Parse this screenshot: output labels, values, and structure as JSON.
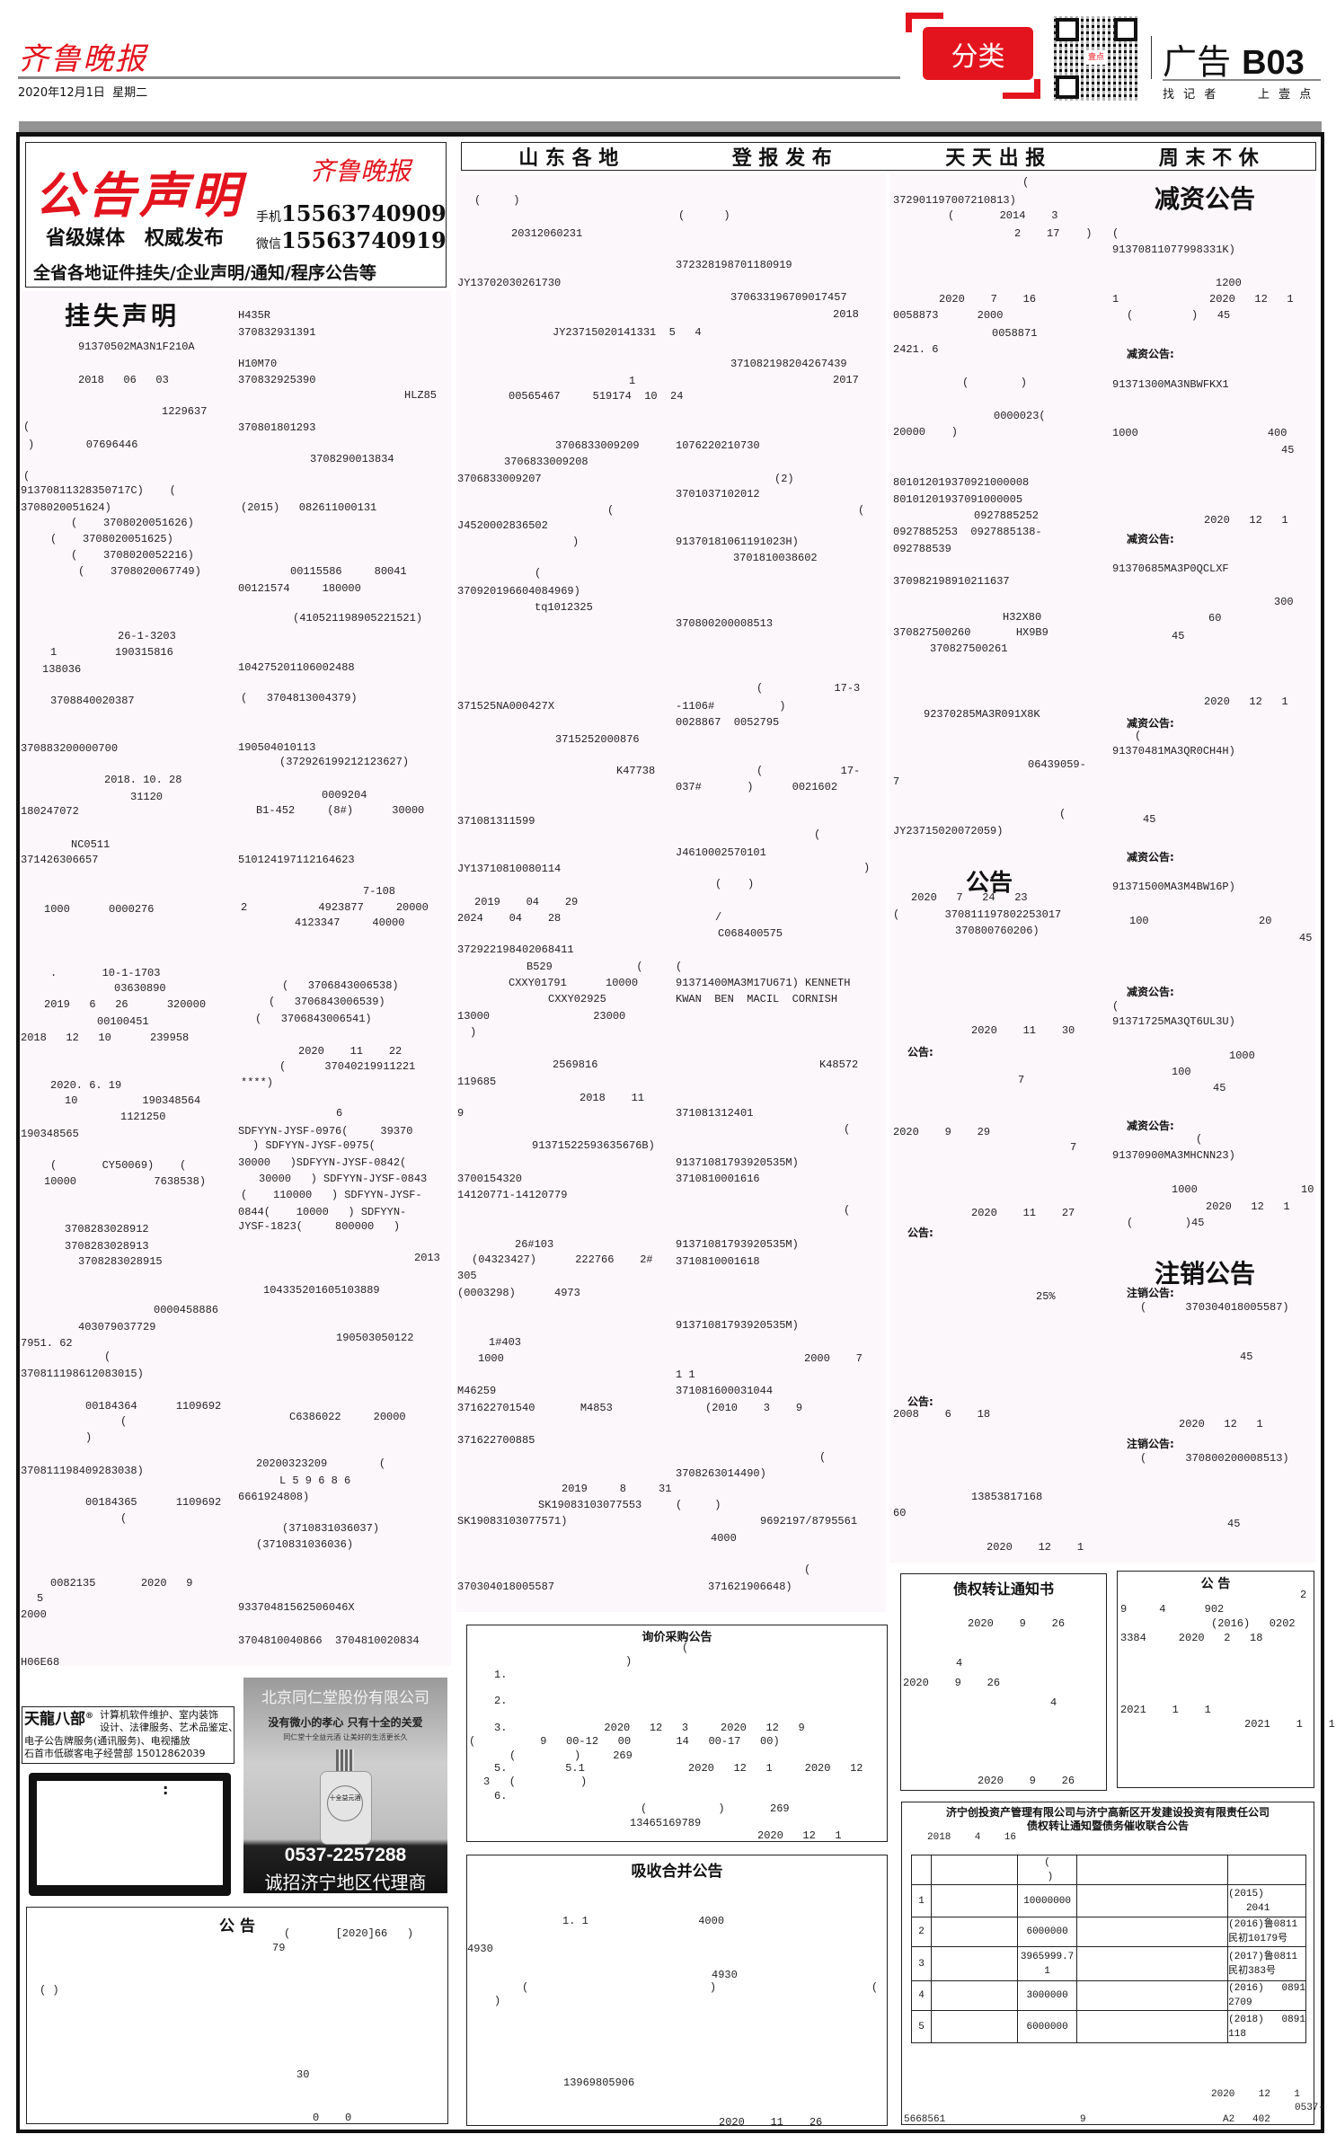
{
  "header": {
    "logo": "齐鲁晚报",
    "date": "2020年12月1日",
    "weekday": "星期二",
    "category": "分类",
    "section": "广告",
    "page": "B03",
    "slogan_left": "找 记 者",
    "slogan_right": "上 壹 点",
    "qr_label": "壹点"
  },
  "top_ad": {
    "headline": "公告声明",
    "brand": "齐鲁晚报",
    "tagline": "省级媒体　权威发布",
    "phone_label": "手机",
    "phone": "15563740909",
    "wechat_label": "微信",
    "wechat": "15563740919",
    "services": "全省各地证件挂失/企业声明/通知/程序公告等"
  },
  "banner": [
    "山 东 各 地",
    "登 报 发 布",
    "天 天 出 报",
    "周 末 不 休"
  ],
  "titles": {
    "lost": "挂失声明",
    "capital_reduction": "减资公告",
    "deregistration": "注销公告",
    "notice": "公告"
  },
  "labels": {
    "reduction": "减资公告:",
    "dereg": "注销公告:",
    "notice": "公告:"
  },
  "col1": [
    "91370502MA3N1F210A",
    "2018   06   03",
    "1229637",
    "(",
    ")        07696446",
    "(",
    "91370811328350717C)    (",
    "3708020051624)",
    "(    3708020051626)",
    "(    3708020051625)",
    "(    3708020052216)",
    "(    3708020067749)",
    "26-1-3203",
    "1         190315816",
    "138036",
    "3708840020387",
    "370883200000700",
    "2018. 10. 28",
    "31120",
    "180247072",
    "NC0511",
    "371426306657",
    "1000      0000276",
    ".       10-1-1703",
    "03630890",
    "2019   6   26      320000",
    "00100451",
    "2018   12   10      239958",
    "2020. 6. 19",
    "10          190348564",
    "1121250",
    "190348565",
    "(       CY50069)    (",
    "10000            7638538)",
    "3708283028912",
    "3708283028913",
    "3708283028915",
    "0000458886",
    "403079037729",
    "7951. 62",
    "(",
    "370811198612083015)",
    "00184364      1109692",
    "(",
    ")",
    "370811198409283038)",
    "00184365      1109692",
    "(",
    "0082135       2020   9",
    "5",
    "2000",
    "H06E68"
  ],
  "col2": [
    "H435R",
    "370832931391",
    "H10M70",
    "370832925390",
    "HLZ85",
    "370801801293",
    "3708290013834",
    "(2015)   082611000131",
    "00115586     80041",
    "00121574     180000",
    "(410521198905221521)",
    "104275201106002488",
    "(   3704813004379)",
    "190504010113",
    "(372926199212123627)",
    "0009204",
    "B1-452     (8#)      30000",
    "510124197112164623",
    "7-108",
    "2           4923877     20000",
    "4123347     40000",
    "(   3706843006538)",
    "(   3706843006539)",
    "(   3706843006541)",
    "2020    11    22",
    "(      37040219911221",
    "****)",
    "6",
    "SDFYYN-JYSF-0976(     39370",
    ") SDFYYN-JYSF-0975(",
    "30000   )SDFYYN-JYSF-0842(",
    "30000   ) SDFYYN-JYSF-0843",
    "(    110000   ) SDFYYN-JYSF-",
    "0844(    10000   ) SDFYYN-",
    "JYSF-1823(     800000   )",
    "2013",
    "104335201605103889",
    "190503050122",
    "C6386022     20000",
    "20200323209        (",
    "L 5 9 6 8 6",
    "6661924808)",
    "(3710831036037)",
    "(3710831036036)",
    "93370481562506046X",
    "3704810040866  3704810020834"
  ],
  "col3": [
    "(     )",
    "20312060231",
    "JY13702030261730",
    "JY23715020141331  5   4",
    "1",
    "00565467     519174  10  24",
    "3706833009209",
    "3706833009208",
    "3706833009207",
    "J4520002836502",
    "(",
    ")",
    "(",
    "370920196604084969)",
    "tq1012325",
    "371525NA000427X",
    "3715252000876",
    "K47738",
    "371081311599",
    "JY13710810080114",
    "2019    04    29",
    "2024    04    28",
    "372922198402068411",
    "B529             (",
    "CXXY01791      10000",
    "CXXY02925",
    "13000                23000",
    ")",
    "2569816",
    "2018    11",
    "119685",
    "9",
    "91371522593635676B)",
    "3700154320",
    "14120771-14120779",
    "26#103",
    "(04323427)      222766    2#",
    "305",
    "(0003298)      4973",
    "1#403",
    "1000",
    "M46259",
    "371622701540       M4853",
    "371622700885",
    "2019     8     31",
    "SK19083103077553",
    "SK19083103077571)",
    "370304018005587"
  ],
  "col4": [
    "(      )",
    "372328198701180919",
    "370633196709017457",
    "2018",
    "371082198204267439",
    "2017",
    "1076220210730",
    "(2)",
    "3701037102012",
    "(",
    "91370181061191023H)",
    "3701810038602",
    "370800200008513",
    "(           17-3",
    "-1106#          )",
    "0028867  0052795",
    "(            17-",
    "037#       )      0021602",
    "(",
    "J4610002570101",
    ")",
    "(    )",
    "/",
    "C068400575",
    "(",
    "91371400MA3M17U671) KENNETH",
    "KWAN  BEN  MACIL  CORNISH",
    "K48572",
    "371081312401",
    "(",
    "91371081793920535M)",
    "3710810001616",
    "(",
    "91371081793920535M)",
    "3710810001618",
    "91371081793920535M)",
    "2000    7",
    "1 1",
    "371081600031044",
    "(2010    3    9",
    "(",
    "3708263014490)",
    "(     )",
    "9692197/8795561",
    "4000",
    "(",
    "371621906648)"
  ],
  "col5": [
    "(",
    "372901197007210813)",
    "(       2014    3",
    "2    17    )",
    "2020    7    16",
    "0058873      2000",
    "0058871",
    "2421. 6",
    "(        )",
    "0000023(",
    "20000    )",
    "801012019370921000008",
    "80101201937091000005",
    "0927885252",
    "0927885253  0927885138-",
    "092788539",
    "370982198910211637",
    "H32X80",
    "370827500260       HX9B9",
    "370827500261",
    "92370285MA3R091X8K",
    "06439059-",
    "7",
    "(",
    "JY23715020072059)",
    "2020   7   24   23",
    "(       370811197802253017",
    "370800760206)",
    "2020    11    30",
    "7",
    "2020    9    29",
    "7",
    "2020    11    27",
    "25%",
    "2008    6    18",
    "13853817168",
    "60",
    "2020    12    1"
  ],
  "col6": [
    "(",
    "91370811077998331K)",
    "1200",
    "1              2020   12   1",
    "(         )   45",
    "91371300MA3NBWFKX1",
    "1000                    400",
    "45",
    "2020   12   1",
    "91370685MA3P0QCLXF",
    "300",
    "60",
    "45",
    "2020   12   1",
    "(",
    "91370481MA3QR0CH4H)",
    "45",
    "91371500MA3M4BW16P)",
    "100                 20",
    "45",
    "(",
    "91371725MA3QT6UL3U)",
    "1000",
    "100",
    "45",
    "(",
    "91370900MA3MHCNN23)",
    "1000                10",
    "2020   12   1",
    "(        )45",
    "(      370304018005587)",
    "45",
    "2020   12   1",
    "(      370800200008513)",
    "45"
  ],
  "ads": {
    "tianlong": {
      "brand": "天龍八部",
      "reg": "®",
      "lines": [
        "计算机软件维护、室内装饰",
        "设计、法律服务、艺术品鉴定、",
        "电子公告牌服务(通讯服务)、电视播放",
        "石首市低碳客电子经营部 15012862039"
      ]
    },
    "frame_mark": ":",
    "tongrentang": {
      "company": "北京同仁堂股份有限公司",
      "slogan": "没有微小的孝心 只有十全的关爱",
      "subslogan": "同仁堂十全益元酒 让美好的生活更长久",
      "bottle_label": "十全益元酒",
      "phone": "0537-2257288",
      "recruit": "诚招济宁地区代理商"
    }
  },
  "left_notice": {
    "title": "公  告",
    "lines": [
      "(       [2020]66   )",
      "79",
      "( )",
      "30",
      "0    0"
    ]
  },
  "inquiry": {
    "title": "询价采购公告",
    "lines": [
      "(",
      ")",
      "1.",
      "2.",
      "3.               2020   12   3     2020   12   9",
      "(          9   00-12   00       14   00-17   00)",
      "(         )     269",
      "5.         5.1                2020   12   1     2020   12",
      "3   (          )",
      "6.",
      "(           )       269",
      "13465169789",
      "2020   12   1"
    ]
  },
  "merger": {
    "title": "吸收合并公告",
    "lines": [
      "1. 1                 4000",
      "4930",
      "4930",
      "(                            )                        (",
      ")",
      "13969805906",
      "2020    11    26"
    ]
  },
  "debt_notice": {
    "title": "债权转让通知书",
    "lines": [
      "2020    9    26",
      "4",
      "2020    9    26",
      "4",
      "2020    9    26"
    ]
  },
  "right_notice": {
    "title": "公  告",
    "lines": [
      "2",
      "9     4      902",
      "(2016)   0202",
      "3384     2020   2   18",
      "2021    1    1",
      "2021    1    1"
    ]
  },
  "joint": {
    "title1": "济宁创投资产管理有限公司与济宁高新区开发建设投资有限责任公司",
    "title2": "债权转让通知暨债务催收联合公告",
    "date": "2018    4    16",
    "header": [
      "",
      "",
      "(\n )",
      "",
      ""
    ],
    "rows": [
      [
        "1",
        "",
        "10000000",
        "",
        "(2015)\n   2041"
      ],
      [
        "2",
        "",
        "6000000",
        "",
        "(2016)鲁0811\n民初10179号"
      ],
      [
        "3",
        "",
        "3965999.7\n1",
        "",
        "(2017)鲁0811\n民初383号"
      ],
      [
        "4",
        "",
        "3000000",
        "",
        "(2016)   0891\n2709"
      ],
      [
        "5",
        "",
        "6000000",
        "",
        "(2018)   0891\n118"
      ]
    ],
    "footer": [
      "2020    12    1",
      "0537-",
      "5668561",
      "9",
      "A2   402"
    ]
  },
  "colors": {
    "accent": "#e3141e",
    "shade": "#fcf7fa"
  }
}
